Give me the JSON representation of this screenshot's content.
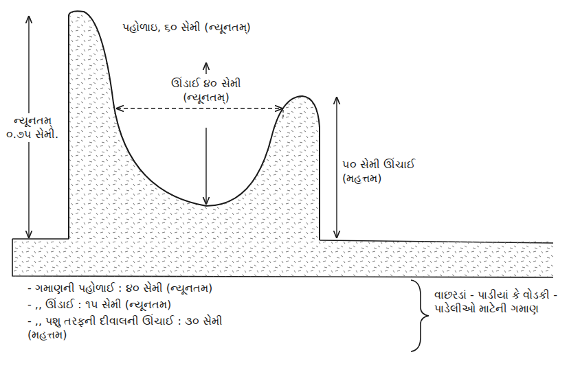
{
  "diagram": {
    "labels": [
      "પહોળાઇ, ૬૦ સેમી (ન્યૂનતમ્)",
      "ઊંડાઈ ૪૦ સેમી (ન્યૂનતમ્)",
      "ન્યૂનતમ્ ૦.૭૫ સેમી.",
      "૫૦ સેમી ઊંચાઈ (મહત્તમ)",
      "- ગમાણની પહોળાઈ : ૪૦ સેમી (ન્યૂનતમ)",
      "- ,, ઊંડાઈ : ૧૫ સેમી (ન્યૂનતમ)",
      "- ,, પશુ તરફની દીવાલની ઊંચાઈ : ૩૦ સેમી (મહત્તમ)",
      "વાછરડાં - પાડીયાં કે વોડકી - પાડેલીઓ માટેની ગમાણ"
    ]
  }
}
